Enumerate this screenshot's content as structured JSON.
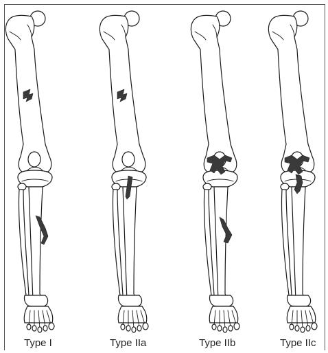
{
  "labels": [
    "Type I",
    "Type IIa",
    "Type IIb",
    "Type IIc"
  ]
}
